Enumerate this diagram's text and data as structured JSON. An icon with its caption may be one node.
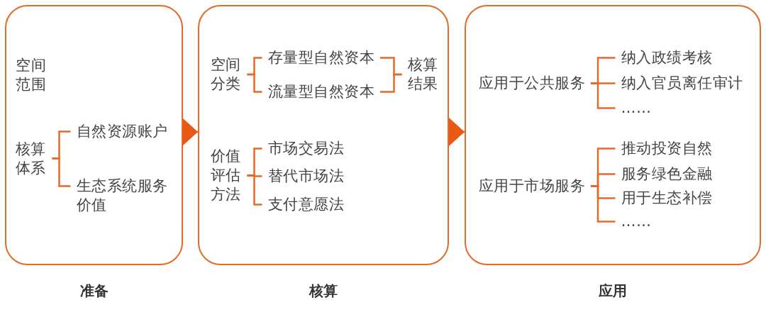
{
  "diagram": {
    "nodes": [
      {
        "text": [
          "准备"
        ]
      },
      {
        "text": [
          "核算体系"
        ],
        "in": 0
      },
      {
        "text": [
          "自然资源账户"
        ],
        "in": 0
      },
      {
        "text": [
          "生态系统服务价值"
        ],
        "in": 0
      },
      {
        "text": [
          "核算"
        ]
      },
      {
        "text": [
          "空间分类"
        ],
        "in": 4
      },
      {
        "text": [
          "存量型自然资本"
        ],
        "in": 4
      },
      {
        "text": [
          "流量型自然资本"
        ],
        "in": 4
      },
      {
        "text": [
          "核算结果"
        ],
        "in": 4
      },
      {
        "text": [
          "价值评估方法"
        ],
        "in": 4
      },
      {
        "text": [
          "市场交易法"
        ],
        "in": 4
      },
      {
        "text": [
          "替代市场法"
        ],
        "in": 4
      },
      {
        "text": [
          "支付意愿法"
        ],
        "in": 4
      },
      {
        "text": [
          "应用"
        ]
      },
      {
        "text": [
          "应用于公共服务"
        ],
        "in": 13
      },
      {
        "text": [
          "纳入政绩考核"
        ],
        "in": 13
      },
      {
        "text": [
          "纳入官员离任审计"
        ],
        "in": 13
      },
      {
        "text": [
          "……"
        ],
        "in": 13
      },
      {
        "text": [
          "应用于市场服务"
        ],
        "in": 13
      },
      {
        "text": [
          "推动投资自然"
        ],
        "in": 13
      },
      {
        "text": [
          "服务绿色金融"
        ],
        "in": 13
      },
      {
        "text": [
          "用于生态补偿"
        ],
        "in": 13
      },
      {
        "text": [
          "……"
        ],
        "in": 13
      }
    ],
    "edges": [
      {
        "from": 0,
        "to": 4,
        "arrow": "to"
      },
      {
        "from": 4,
        "to": 13,
        "arrow": "to"
      },
      {
        "from": 1,
        "to": 2,
        "arrow": "none"
      },
      {
        "from": 1,
        "to": 3,
        "arrow": "none"
      },
      {
        "from": 5,
        "to": 6,
        "arrow": "none"
      },
      {
        "from": 5,
        "to": 7,
        "arrow": "none"
      },
      {
        "from": 6,
        "to": 8,
        "arrow": "none"
      },
      {
        "from": 7,
        "to": 8,
        "arrow": "none"
      },
      {
        "from": 9,
        "to": 10,
        "arrow": "none"
      },
      {
        "from": 9,
        "to": 11,
        "arrow": "none"
      },
      {
        "from": 9,
        "to": 12,
        "arrow": "none"
      },
      {
        "from": 14,
        "to": 15,
        "arrow": "none"
      },
      {
        "from": 14,
        "to": 16,
        "arrow": "none"
      },
      {
        "from": 14,
        "to": 17,
        "arrow": "none"
      },
      {
        "from": 18,
        "to": 19,
        "arrow": "none"
      },
      {
        "from": 18,
        "to": 20,
        "arrow": "none"
      },
      {
        "from": 18,
        "to": 21,
        "arrow": "none"
      },
      {
        "from": 18,
        "to": 22,
        "arrow": "none"
      }
    ],
    "labels": [
      "空间范围"
    ]
  }
}
